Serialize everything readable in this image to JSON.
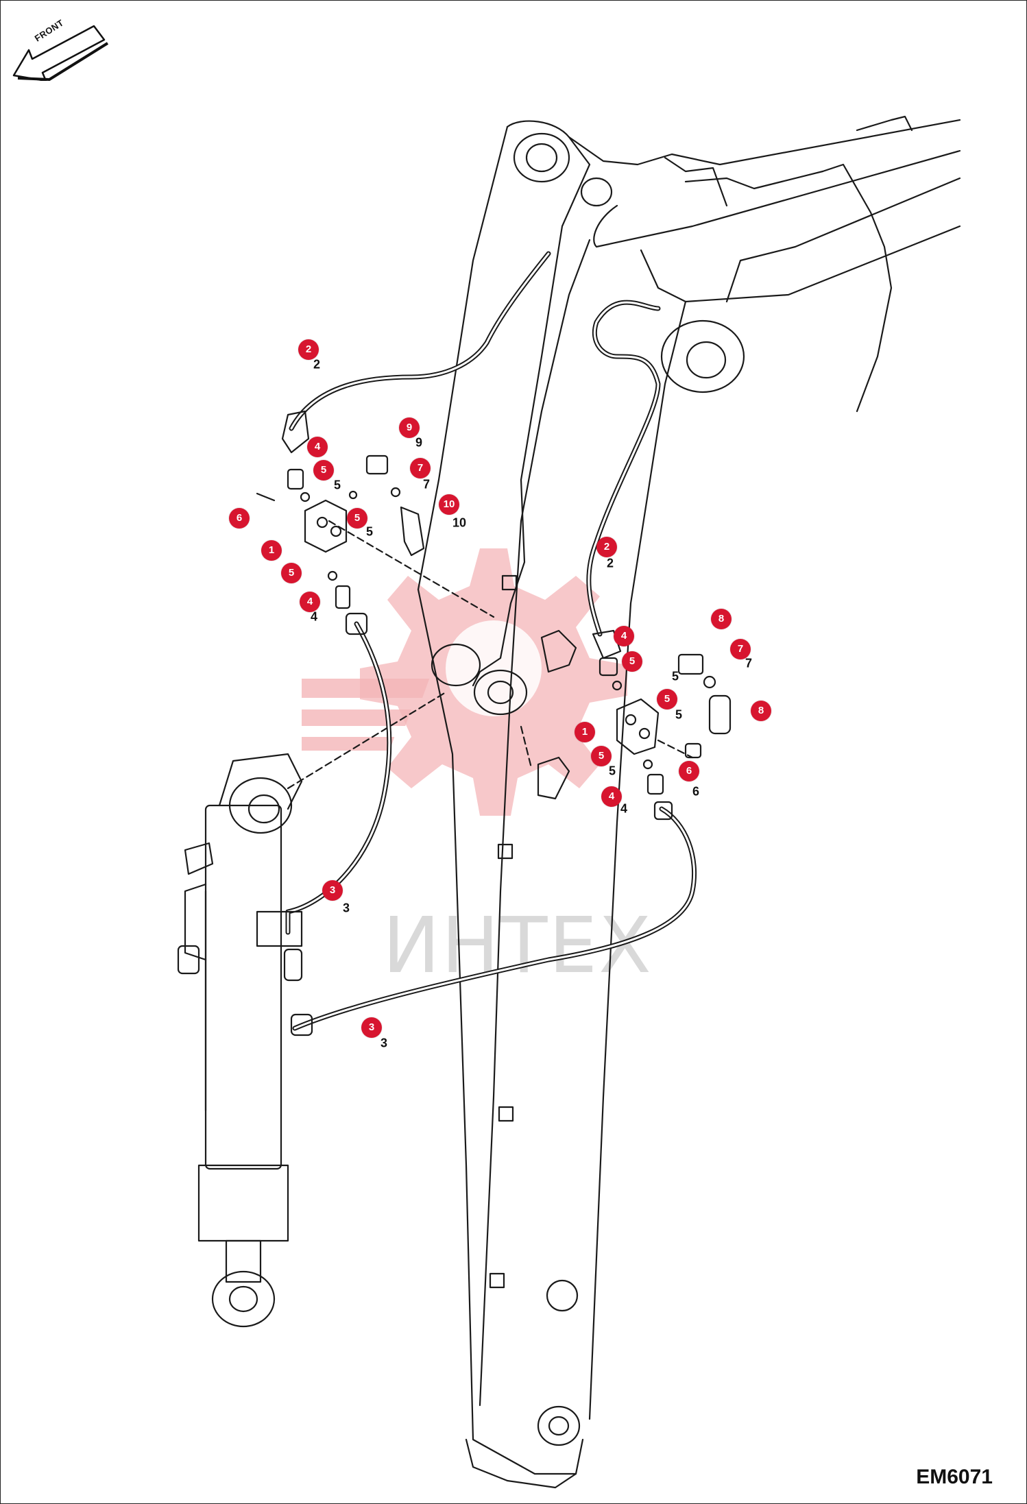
{
  "orientation": {
    "label": "FRONT",
    "icon": "front-arrow-icon"
  },
  "watermark": {
    "text": "ИНТЕХ",
    "icon": "gear-logo-icon",
    "color": "#f4b6b8"
  },
  "drawing_code": "EM6071",
  "callout_color": "#d7152f",
  "callouts": [
    {
      "number": "2"
    },
    {
      "number": "4"
    },
    {
      "number": "5"
    },
    {
      "number": "9"
    },
    {
      "number": "7"
    },
    {
      "number": "6"
    },
    {
      "number": "5"
    },
    {
      "number": "10"
    },
    {
      "number": "1"
    },
    {
      "number": "5"
    },
    {
      "number": "4"
    },
    {
      "number": "2"
    },
    {
      "number": "8"
    },
    {
      "number": "4"
    },
    {
      "number": "7"
    },
    {
      "number": "5"
    },
    {
      "number": "5"
    },
    {
      "number": "8"
    },
    {
      "number": "1"
    },
    {
      "number": "5"
    },
    {
      "number": "6"
    },
    {
      "number": "4"
    },
    {
      "number": "3"
    },
    {
      "number": "3"
    }
  ],
  "plain_labels": [
    {
      "text": "2"
    },
    {
      "text": "5"
    },
    {
      "text": "9"
    },
    {
      "text": "7"
    },
    {
      "text": "5"
    },
    {
      "text": "10"
    },
    {
      "text": "4"
    },
    {
      "text": "2"
    },
    {
      "text": "5"
    },
    {
      "text": "7"
    },
    {
      "text": "5"
    },
    {
      "text": "5"
    },
    {
      "text": "6"
    },
    {
      "text": "4"
    },
    {
      "text": "3"
    },
    {
      "text": "3"
    }
  ]
}
